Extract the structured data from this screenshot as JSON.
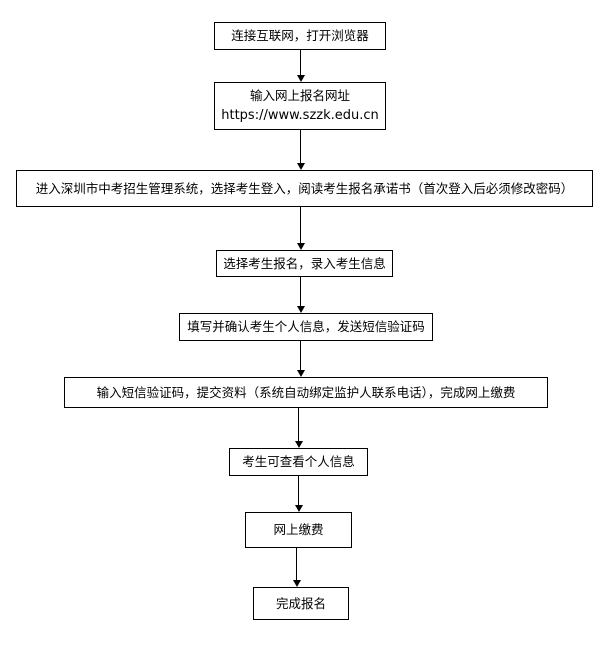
{
  "diagram": {
    "steps": [
      {
        "lines": [
          "连接互联网，打开浏览器"
        ]
      },
      {
        "lines": [
          "输入网上报名网址",
          "https://www.szzk.edu.cn"
        ]
      },
      {
        "lines": [
          "进入深圳市中考招生管理系统，选择考生登入，阅读考生报名承诺书（首次登入后必须修改密码）"
        ]
      },
      {
        "lines": [
          "选择考生报名，录入考生信息"
        ]
      },
      {
        "lines": [
          "填写并确认考生个人信息，发送短信验证码"
        ]
      },
      {
        "lines": [
          "输入短信验证码，提交资料（系统自动绑定监护人联系电话），完成网上缴费"
        ]
      },
      {
        "lines": [
          "考生可查看个人信息"
        ]
      },
      {
        "lines": [
          "网上缴费"
        ]
      },
      {
        "lines": [
          "完成报名"
        ]
      }
    ]
  }
}
